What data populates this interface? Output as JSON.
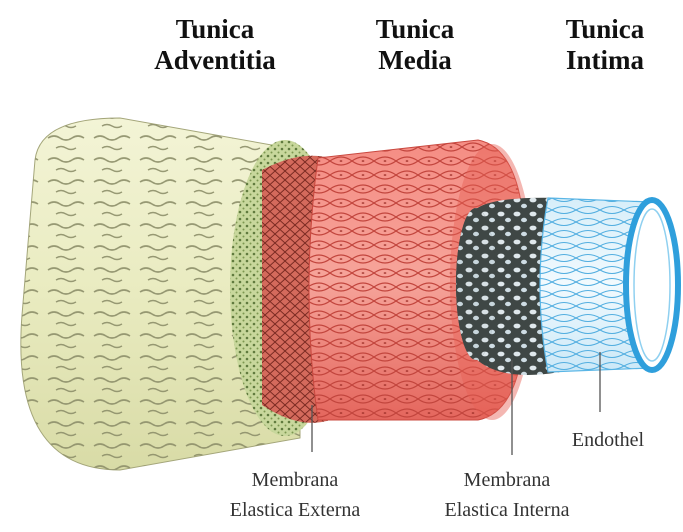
{
  "headings": {
    "adventitia": {
      "line1": "Tunica",
      "line2": "Adventitia"
    },
    "media": {
      "line1": "Tunica",
      "line2": "Media"
    },
    "intima": {
      "line1": "Tunica",
      "line2": "Intima"
    }
  },
  "labels": {
    "externa": {
      "line1": "Membrana",
      "line2": "Elastica Externa"
    },
    "interna": {
      "line1": "Membrana",
      "line2": "Elastica Interna"
    },
    "endothel": "Endothel"
  },
  "colors": {
    "adventitia": "#ecedc6",
    "adventitia_fiber": "#8d8f6a",
    "externa": "#c7d69a",
    "media": "#f07a70",
    "media_dark": "#b8403a",
    "interna": "#3f4745",
    "intima": "#5ab6e6",
    "intima_light": "#eaf6fc"
  }
}
